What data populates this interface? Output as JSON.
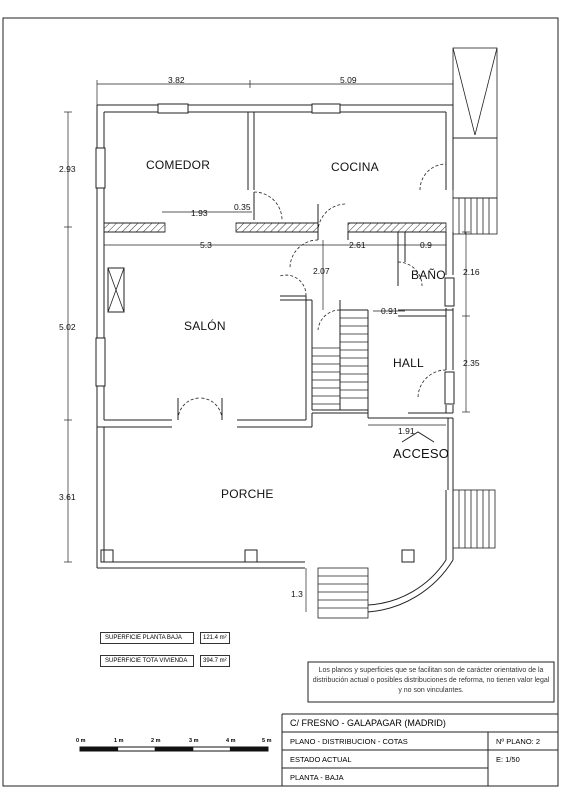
{
  "rooms": {
    "comedor": "COMEDOR",
    "cocina": "COCINA",
    "salon": "SALÓN",
    "bano": "BAÑO",
    "hall": "HALL",
    "porche": "PORCHE",
    "acceso": "ACCESO"
  },
  "dimensions": {
    "top_left": "3.82",
    "top_right": "5.09",
    "left_1": "2.93",
    "left_2": "5.02",
    "left_3": "3.61",
    "inner_1_93": "1.93",
    "inner_0_35": "0.35",
    "inner_5_3": "5.3",
    "inner_2_61": "2.61",
    "inner_0_9": "0.9",
    "inner_2_07": "2.07",
    "inner_0_91": "0.91",
    "right_2_16": "2.16",
    "right_2_35": "2.35",
    "entry_1_91": "1.91",
    "steps_1_3": "1.3"
  },
  "surfaces": {
    "planta_baja_label": "SUPERFICIE PLANTA BAJA",
    "planta_baja_value": "121.4 m²",
    "total_label": "SUPERFICIE TOTA VIVIENDA",
    "total_value": "394.7 m²"
  },
  "note": "Los planos y superficies que se facilitan son de carácter orientativo de la distribución actual o posibles distribuciones de reforma, no tienen valor legal y no son vinculantes.",
  "scale_bar": [
    "0 m",
    "1 m",
    "2 m",
    "3 m",
    "4 m",
    "5 m"
  ],
  "title_block": {
    "address": "C/  FRESNO - GALAPAGAR   (MADRID)",
    "plano": "PLANO   -  DISTRIBUCION - COTAS",
    "plano_num": "Nº PLANO:  2",
    "estado": "ESTADO  ACTUAL",
    "escala": "E: 1/50",
    "planta": "PLANTA - BAJA"
  }
}
